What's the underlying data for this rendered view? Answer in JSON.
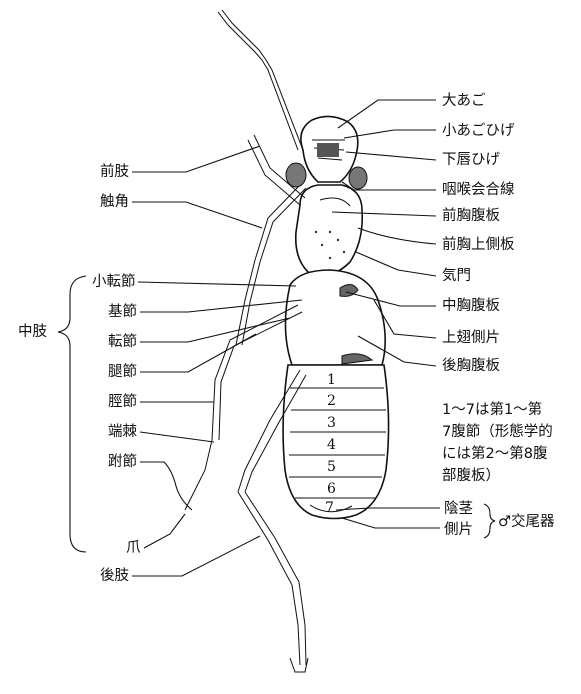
{
  "labels_right": {
    "mandible": "大あご",
    "maxillary_palp": "小あごひげ",
    "labial_palp": "下唇ひげ",
    "gular_suture": "咽喉会合線",
    "prosternum": "前胸腹板",
    "propleuron": "前胸上側板",
    "spiracle": "気門",
    "mesosternum": "中胸腹板",
    "epipleuron": "上翅側片",
    "metasternum": "後胸腹板"
  },
  "labels_left": {
    "foreleg": "前肢",
    "antenna": "触角",
    "trochanter": "小転節",
    "coxa": "基節",
    "trochanter2": "転節",
    "femur": "腿節",
    "tibia": "脛節",
    "spur": "端棘",
    "tarsus": "跗節",
    "claw": "爪",
    "hindleg": "後肢",
    "midleg": "中肢"
  },
  "note": {
    "line1": "1～7は第1～第",
    "line2": "7腹節（形態学的",
    "line3": "には第2～第8腹",
    "line4": "部腹板）"
  },
  "genital": {
    "aedeagus": "陰茎",
    "paramere": "側片",
    "copulatory_organ": "♂交尾器"
  },
  "segments": [
    "1",
    "2",
    "3",
    "4",
    "5",
    "6",
    "7"
  ]
}
